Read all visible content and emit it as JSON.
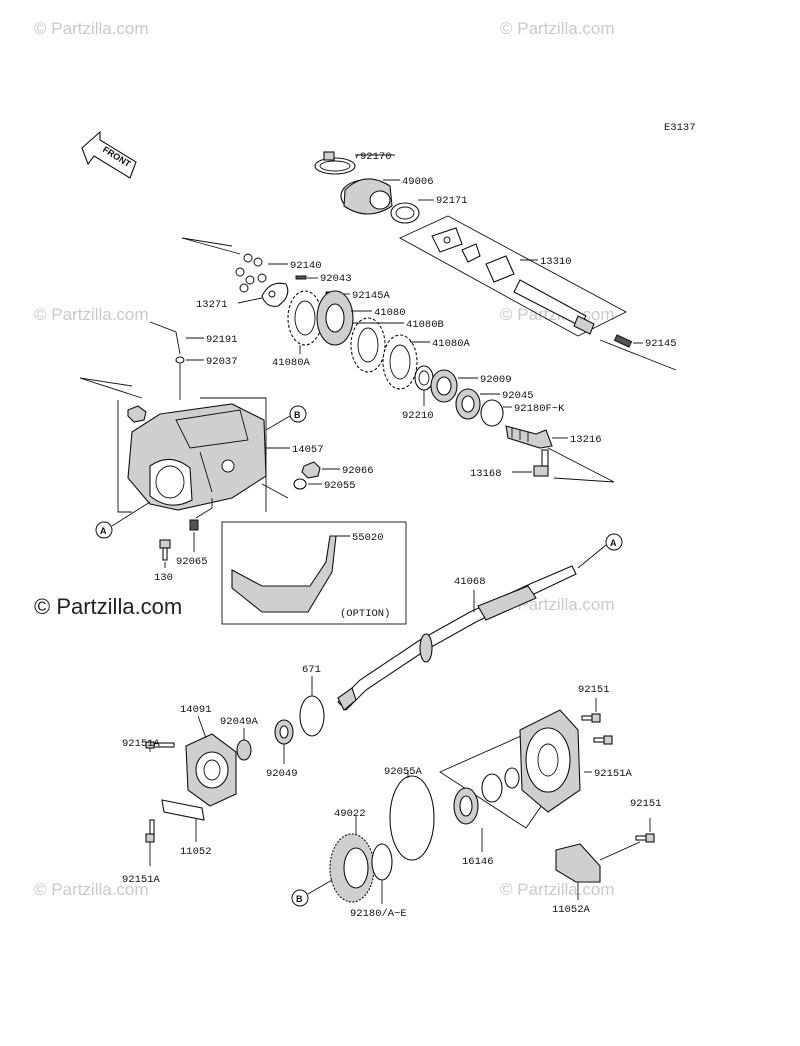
{
  "diagram_code": "E3137",
  "front_label": "FRONT",
  "option_label": "(OPTION)",
  "watermark": "© Partzilla.com",
  "callouts": [
    "A",
    "B"
  ],
  "parts": {
    "p92170": "92170",
    "p49006": "49006",
    "p92171": "92171",
    "p13310": "13310",
    "p92140": "92140",
    "p92043": "92043",
    "p92145A": "92145A",
    "p13271": "13271",
    "p41080": "41080",
    "p41080B": "41080B",
    "p92191": "92191",
    "p41080A_l": "41080A",
    "p41080A_r": "41080A",
    "p92145": "92145",
    "p92037": "92037",
    "p92009": "92009",
    "p92045": "92045",
    "p92180FK": "92180F~K",
    "p92210": "92210",
    "p14057": "14057",
    "p13216": "13216",
    "p92066": "92066",
    "p92055": "92055",
    "p13168": "13168",
    "p55020": "55020",
    "p92065": "92065",
    "p130": "130",
    "p41068": "41068",
    "p671": "671",
    "p92151_top": "92151",
    "p14091": "14091",
    "p92049A": "92049A",
    "p92151A_l1": "92151A",
    "p92049": "92049",
    "p92151A_r": "92151A",
    "p92055A": "92055A",
    "p49022": "49022",
    "p11052": "11052",
    "p92151_r": "92151",
    "p16146": "16146",
    "p92151A_l2": "92151A",
    "p92180AE": "92180/A~E",
    "p11052A": "11052A"
  }
}
